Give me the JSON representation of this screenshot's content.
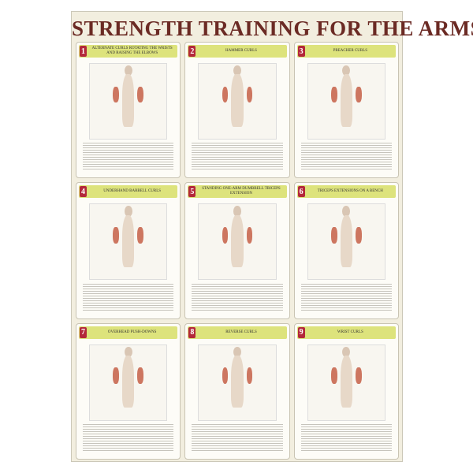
{
  "title": "STRENGTH TRAINING FOR THE ARMS",
  "colors": {
    "background": "#f2eedf",
    "header": "#dde37c",
    "badge": "#b3283a",
    "title": "#6b2a24"
  },
  "panels": [
    {
      "number": "1",
      "title": "Alternate curls rotating the wrists and raising the elbows"
    },
    {
      "number": "2",
      "title": "Hammer curls"
    },
    {
      "number": "3",
      "title": "Preacher curls"
    },
    {
      "number": "4",
      "title": "Underhand barbell curls"
    },
    {
      "number": "5",
      "title": "Standing one-arm dumbbell triceps extension"
    },
    {
      "number": "6",
      "title": "Triceps extensions on a bench"
    },
    {
      "number": "7",
      "title": "Overhead push-downs"
    },
    {
      "number": "8",
      "title": "Reverse curls"
    },
    {
      "number": "9",
      "title": "Wrist curls"
    }
  ]
}
